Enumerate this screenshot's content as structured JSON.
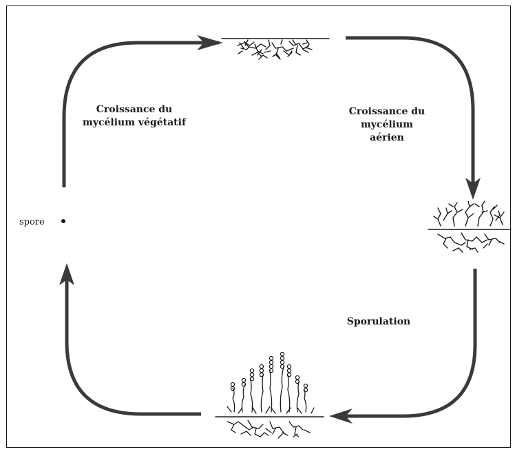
{
  "labels": {
    "vegetative_line1": "Croissance du",
    "vegetative_line2": "mycélium végétatif",
    "aerial_line1": "Croissance du",
    "aerial_line2": "mycélium",
    "aerial_line3": "aérien",
    "sporulation": "Sporulation",
    "spore": "spore"
  },
  "colors": {
    "ink": "#1a1a1a",
    "arrow": "#3a3a3a"
  }
}
